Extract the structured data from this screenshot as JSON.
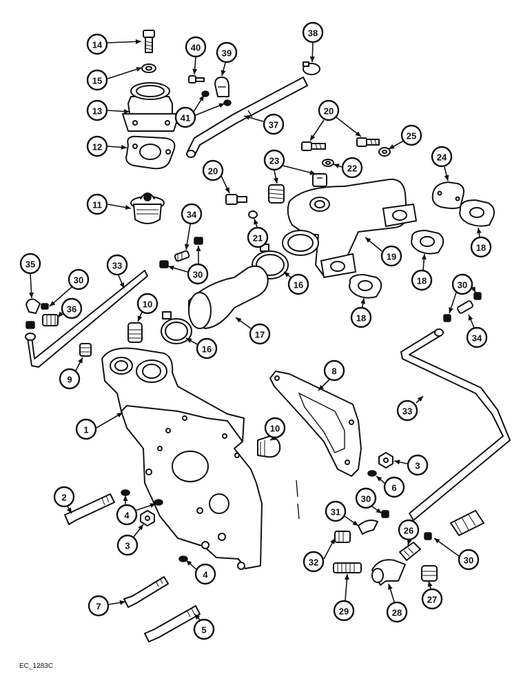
{
  "figure_code": "EC_1283C",
  "callouts": [
    {
      "id": "callout-14",
      "label": "14"
    },
    {
      "id": "callout-15",
      "label": "15"
    },
    {
      "id": "callout-13",
      "label": "13"
    },
    {
      "id": "callout-12",
      "label": "12"
    },
    {
      "id": "callout-11",
      "label": "11"
    },
    {
      "id": "callout-40",
      "label": "40"
    },
    {
      "id": "callout-39",
      "label": "39"
    },
    {
      "id": "callout-41",
      "label": "41"
    },
    {
      "id": "callout-38",
      "label": "38"
    },
    {
      "id": "callout-37",
      "label": "37"
    },
    {
      "id": "callout-20a",
      "label": "20"
    },
    {
      "id": "callout-25",
      "label": "25"
    },
    {
      "id": "callout-23",
      "label": "23"
    },
    {
      "id": "callout-22",
      "label": "22"
    },
    {
      "id": "callout-20b",
      "label": "20"
    },
    {
      "id": "callout-21",
      "label": "21"
    },
    {
      "id": "callout-24",
      "label": "24"
    },
    {
      "id": "callout-18a",
      "label": "18"
    },
    {
      "id": "callout-19",
      "label": "19"
    },
    {
      "id": "callout-18b",
      "label": "18"
    },
    {
      "id": "callout-18c",
      "label": "18"
    },
    {
      "id": "callout-34a",
      "label": "34"
    },
    {
      "id": "callout-30a",
      "label": "30"
    },
    {
      "id": "callout-35",
      "label": "35"
    },
    {
      "id": "callout-33a",
      "label": "33"
    },
    {
      "id": "callout-30b",
      "label": "30"
    },
    {
      "id": "callout-36",
      "label": "36"
    },
    {
      "id": "callout-10a",
      "label": "10"
    },
    {
      "id": "callout-16a",
      "label": "16"
    },
    {
      "id": "callout-17",
      "label": "17"
    },
    {
      "id": "callout-16b",
      "label": "16"
    },
    {
      "id": "callout-9",
      "label": "9"
    },
    {
      "id": "callout-30c",
      "label": "30"
    },
    {
      "id": "callout-34b",
      "label": "34"
    },
    {
      "id": "callout-8",
      "label": "8"
    },
    {
      "id": "callout-33b",
      "label": "33"
    },
    {
      "id": "callout-1",
      "label": "1"
    },
    {
      "id": "callout-10b",
      "label": "10"
    },
    {
      "id": "callout-3a",
      "label": "3"
    },
    {
      "id": "callout-6",
      "label": "6"
    },
    {
      "id": "callout-2",
      "label": "2"
    },
    {
      "id": "callout-4a",
      "label": "4"
    },
    {
      "id": "callout-3b",
      "label": "3"
    },
    {
      "id": "callout-30d",
      "label": "30"
    },
    {
      "id": "callout-31",
      "label": "31"
    },
    {
      "id": "callout-26",
      "label": "26"
    },
    {
      "id": "callout-30e",
      "label": "30"
    },
    {
      "id": "callout-32",
      "label": "32"
    },
    {
      "id": "callout-4b",
      "label": "4"
    },
    {
      "id": "callout-27",
      "label": "27"
    },
    {
      "id": "callout-7",
      "label": "7"
    },
    {
      "id": "callout-29",
      "label": "29"
    },
    {
      "id": "callout-28",
      "label": "28"
    },
    {
      "id": "callout-5",
      "label": "5"
    }
  ]
}
